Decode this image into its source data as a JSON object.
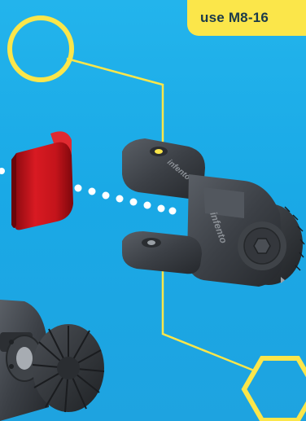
{
  "callout": {
    "text": "use M8-16"
  },
  "parts": {
    "engraving_top": "infento",
    "engraving_side": "infento"
  },
  "colors": {
    "background": "#1fa9e5",
    "accent_yellow": "#fbe64a",
    "part_dark": "#3b3f44",
    "clip_red": "#c8141b",
    "dots": "#ffffff"
  },
  "icons": [
    "circle-marker-icon",
    "hexagon-marker-icon"
  ]
}
